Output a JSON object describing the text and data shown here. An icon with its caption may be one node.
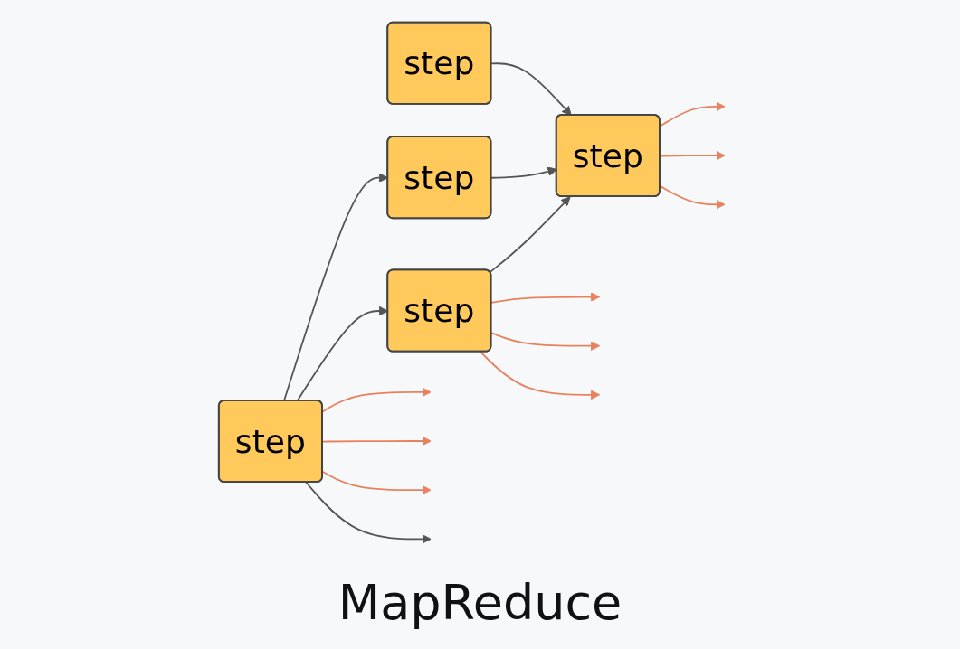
{
  "diagram": {
    "title": "MapReduce",
    "nodes": [
      {
        "text": [
          "step"
        ]
      },
      {
        "text": [
          "step"
        ]
      },
      {
        "text": [
          "step"
        ]
      },
      {
        "text": [
          "step"
        ]
      },
      {
        "text": [
          "step"
        ]
      }
    ],
    "edges": [
      {
        "from": 0,
        "to": 1,
        "arrow": "to",
        "color": "#555555"
      },
      {
        "from": 0,
        "to": 2,
        "arrow": "to",
        "color": "#555555"
      },
      {
        "from": 1,
        "to": 4,
        "arrow": "to",
        "color": "#555555"
      },
      {
        "from": 2,
        "to": 4,
        "arrow": "to",
        "color": "#555555"
      },
      {
        "from": 3,
        "to": 4,
        "arrow": "to",
        "color": "#555555"
      },
      {
        "from": 0,
        "to": null,
        "arrow": "to"
      },
      {
        "from": 0,
        "to": null,
        "arrow": "to"
      },
      {
        "from": 0,
        "to": null,
        "arrow": "to"
      },
      {
        "from": 0,
        "to": null,
        "arrow": "to",
        "color": "#555555"
      },
      {
        "from": 1,
        "to": null,
        "arrow": "to"
      },
      {
        "from": 1,
        "to": null,
        "arrow": "to"
      },
      {
        "from": 1,
        "to": null,
        "arrow": "to"
      },
      {
        "from": 4,
        "to": null,
        "arrow": "to"
      },
      {
        "from": 4,
        "to": null,
        "arrow": "to"
      },
      {
        "from": 4,
        "to": null,
        "arrow": "to"
      }
    ]
  }
}
